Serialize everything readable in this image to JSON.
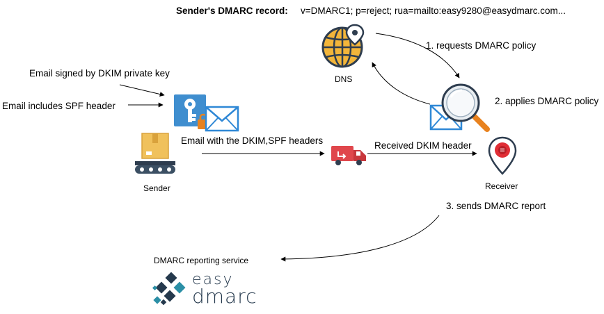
{
  "header": {
    "label": "Sender's DMARC record:",
    "record": "v=DMARC1; p=reject; rua=mailto:easy9280@easydmarc.com..."
  },
  "nodes": {
    "dns": "DNS",
    "sender": "Sender",
    "receiver": "Receiver",
    "reporting_service": "DMARC reporting service"
  },
  "labels": {
    "dkim_signed": "Email signed by DKIM private key",
    "spf_header": "Email includes SPF header",
    "email_headers": "Email with the DKIM,SPF headers",
    "received_dkim": "Received DKIM header",
    "step1": "1. requests DMARC policy",
    "step2": "2. applies DMARC policy",
    "step3": "3. sends DMARC report"
  },
  "logo": {
    "line1": "easy",
    "line2": "dmarc"
  },
  "colors": {
    "globe": "#f2b53a",
    "globe_dark": "#2e3d4f",
    "key_blue": "#3f8ecf",
    "lock_orange": "#e8821f",
    "envelope_blue": "#2f88d6",
    "truck_red": "#e0474c",
    "box_tan": "#f0c15c",
    "receiver_red": "#e02d35",
    "logo_dark": "#25394d",
    "logo_teal": "#2b8fa6"
  }
}
